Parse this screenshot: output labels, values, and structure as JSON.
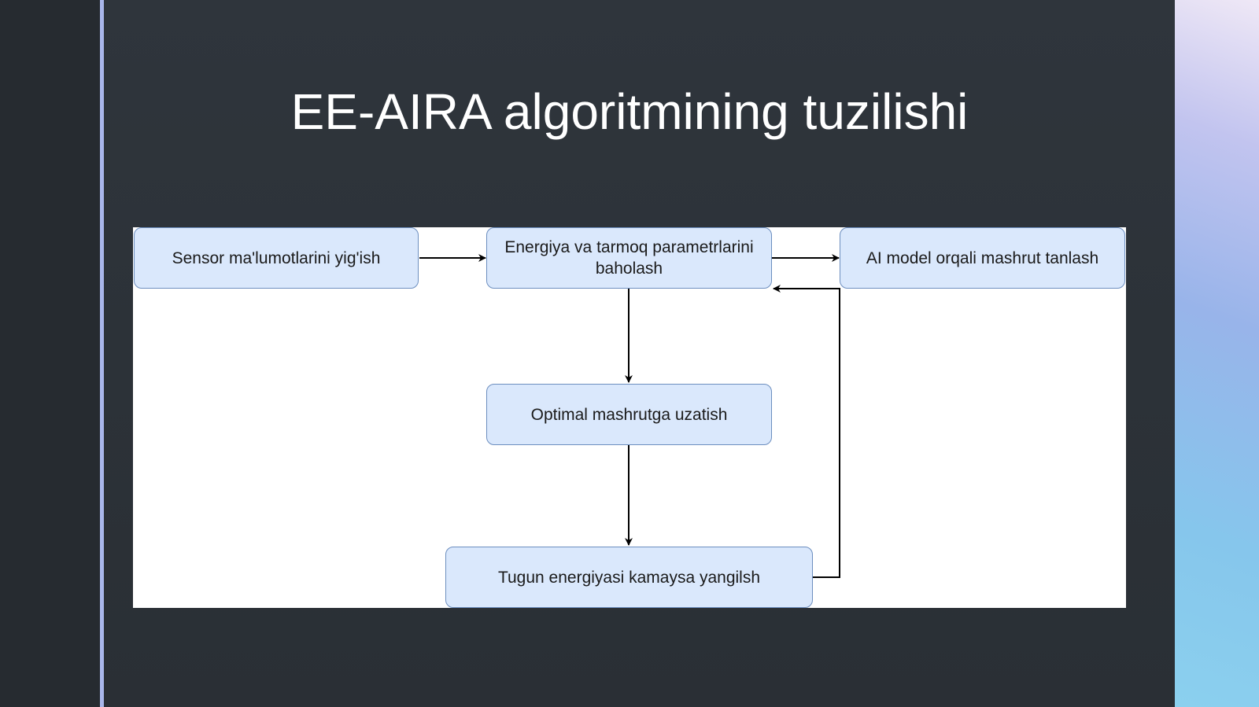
{
  "slide": {
    "title": "EE-AIRA algoritmining tuzilishi"
  },
  "diagram": {
    "nodes": {
      "collect": {
        "label": "Sensor ma'lumotlarini yig'ish"
      },
      "evaluate": {
        "label": "Energiya va tarmoq parametrlarini baholash"
      },
      "select": {
        "label": "AI model orqali mashrut tanlash"
      },
      "forward": {
        "label": "Optimal mashrutga uzatish"
      },
      "update": {
        "label": "Tugun energiyasi kamaysa yangilsh"
      }
    }
  },
  "colors": {
    "node_fill": "#dae8fc",
    "node_border": "#6c8ebf",
    "edge": "#000000",
    "accent": "#a9b6ea"
  }
}
